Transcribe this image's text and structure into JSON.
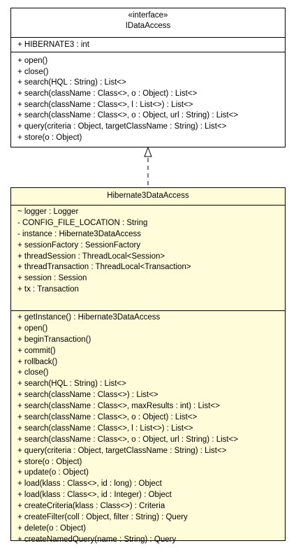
{
  "interface": {
    "stereotype": "«interface»",
    "name": "IDataAccess",
    "attributes": [
      "+ HIBERNATE3 : int"
    ],
    "operations": [
      "+ open()",
      "+ close()",
      "+ search(HQL : String) : List<>",
      "+ search(className : Class<>, o : Object) : List<>",
      "+ search(className : Class<>, l : List<>) : List<>",
      "+ search(className : Class<>, o : Object, url : String) : List<>",
      "+ query(criteria : Object, targetClassName : String) : List<>",
      "+ store(o : Object)"
    ]
  },
  "klass": {
    "name": "Hibernate3DataAccess",
    "attributes": [
      "~ logger : Logger",
      "- CONFIG_FILE_LOCATION : String",
      "- instance : Hibernate3DataAccess",
      "+ sessionFactory : SessionFactory",
      "+ threadSession : ThreadLocal<Session>",
      "+ threadTransaction : ThreadLocal<Transaction>",
      "+ session : Session",
      "+ tx : Transaction"
    ],
    "operations": [
      "+ getInstance() : Hibernate3DataAccess",
      "+ open()",
      "+ beginTransaction()",
      "+ commit()",
      "+ rollback()",
      "+ close()",
      "+ search(HQL : String) : List<>",
      "+ search(className : Class<>) : List<>",
      "+ search(className : Class<>, maxResults : int) : List<>",
      "+ search(className : Class<>, o : Object) : List<>",
      "+ search(className : Class<>, l : List<>) : List<>",
      "+ search(className : Class<>, o : Object, url : String) : List<>",
      "+ query(criteria : Object, targetClassName : String) : List<>",
      "+ store(o : Object)",
      "+ update(o : Object)",
      "+ load(klass : Class<>, id : long) : Object",
      "+ load(klass : Class<>, id : Integer) : Object",
      "+ createCriteria(klass : Class<>) : Criteria",
      "+ createFilter(coll : Object, filter : String) : Query",
      "+ delete(o : Object)",
      "+ createNamedQuery(name : String) : Query"
    ]
  },
  "colors": {
    "interface_fill": "#ffffff",
    "class_fill": "#fffdd9",
    "line": "#000000"
  }
}
